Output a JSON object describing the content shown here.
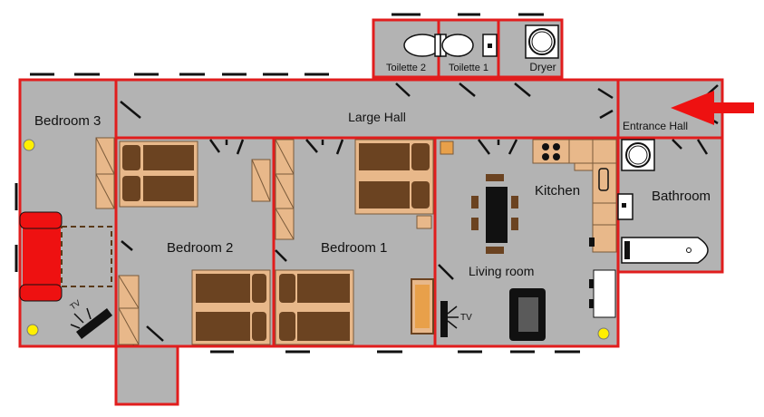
{
  "rooms": {
    "toilette2": "Toilette 2",
    "toilette1": "Toilette 1",
    "dryer": "Dryer",
    "large_hall": "Large Hall",
    "entrance_hall": "Entrance Hall",
    "bedroom3": "Bedroom 3",
    "bedroom2": "Bedroom 2",
    "bedroom1": "Bedroom 1",
    "kitchen": "Kitchen",
    "bathroom": "Bathroom",
    "living_room": "Living room"
  },
  "tv_labels": {
    "bedroom3_tv": "TV",
    "living_tv": "TV"
  },
  "colors": {
    "floor": "#b3b3b3",
    "wall": "#e11d1d",
    "furniture": "#e8b88a",
    "bed": "#6b4321",
    "arrow": "#ee1111",
    "sofa_red": "#ee1111"
  }
}
